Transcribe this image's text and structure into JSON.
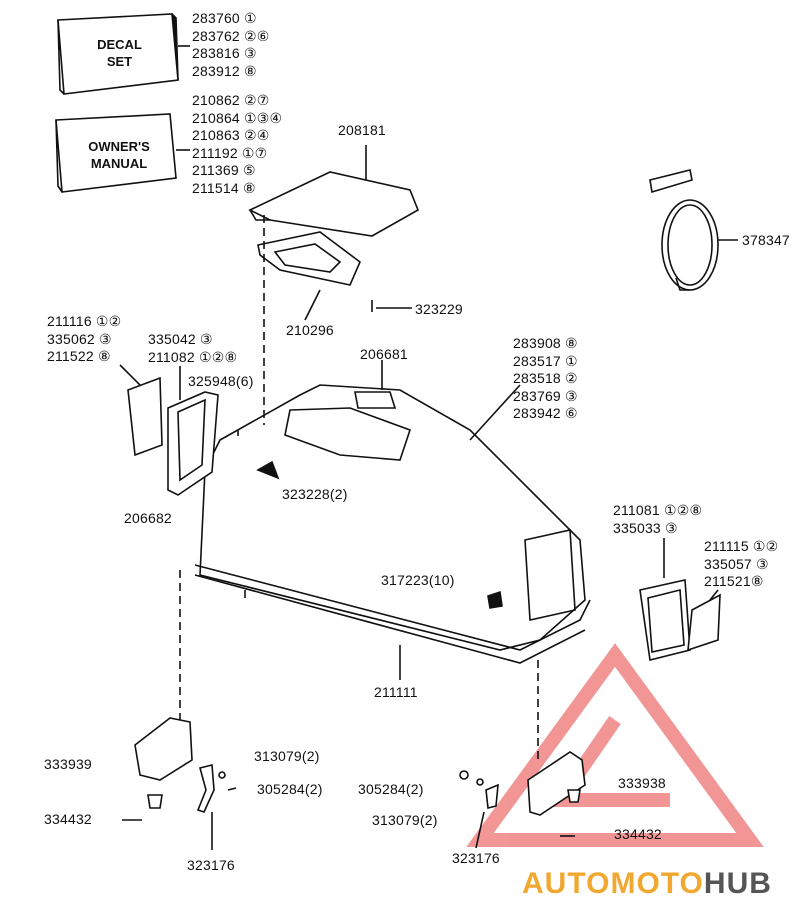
{
  "decal_set": {
    "title_line1": "DECAL",
    "title_line2": "SET",
    "parts": [
      "283760 ①",
      "283762 ②⑥",
      "283816 ③",
      "283912 ⑧"
    ]
  },
  "owners_manual": {
    "title_line1": "OWNER'S",
    "title_line2": "MANUAL",
    "parts": [
      "210862 ②⑦",
      "210864 ①③④",
      "210863 ②④",
      "211192 ①⑦",
      "211369 ⑤",
      "211514 ⑧"
    ]
  },
  "callouts": {
    "top_cover": "208181",
    "top_seal": "210296",
    "screw_top": "323229",
    "cable": "378347",
    "left_decal": [
      "211116 ①②",
      "335062 ③",
      "211522 ⑧"
    ],
    "left_grille": [
      "335042 ③",
      "211082 ①②⑧"
    ],
    "left_screw": "325948(6)",
    "top_vent": "206681",
    "hood_decals": [
      "283908 ⑧",
      "283517 ①",
      "283518 ②",
      "283769 ③",
      "283942 ⑥"
    ],
    "hood_screw": "323228(2)",
    "left_plug": "206682",
    "right_grille": [
      "211081 ①②⑧",
      "335033 ③"
    ],
    "right_decal": [
      "211115 ①②",
      "335057 ③",
      "211521⑧"
    ],
    "hood_nut": "317223(10)",
    "hood_seal": "211111",
    "left_latch": "333939",
    "left_grommet": "334432",
    "left_washer": "313079(2)",
    "left_bolt": "305284(2)",
    "left_bracket": "323176",
    "right_bolt": "305284(2)",
    "right_washer": "313079(2)",
    "right_bracket": "323176",
    "right_latch": "333938",
    "right_grommet": "334432"
  },
  "watermark": {
    "text_a": "AUTOMOTO",
    "text_b": "HUB",
    "color_a": "#f0a830",
    "color_b": "#555555",
    "triangle_color": "#e84040"
  }
}
